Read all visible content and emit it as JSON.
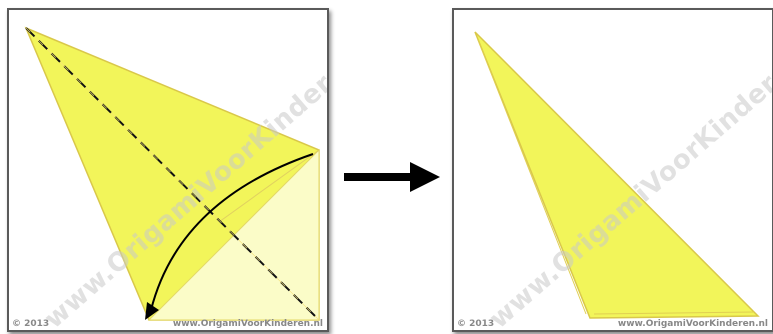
{
  "panels": [
    {
      "watermark": "www.OrigamiVoorKinderen.nl",
      "copyright": "© 2013",
      "site": "www.OrigamiVoorKinderen.nl"
    },
    {
      "watermark": "www.OrigamiVoorKinderen.nl",
      "copyright": "© 2013",
      "site": "www.OrigamiVoorKinderen.nl"
    }
  ],
  "colors": {
    "paper_yellow": "#f2f55a",
    "paper_light": "#fbfcc8",
    "edge": "#d9c84a",
    "fold_line": "#111111",
    "arrow": "#000000"
  }
}
